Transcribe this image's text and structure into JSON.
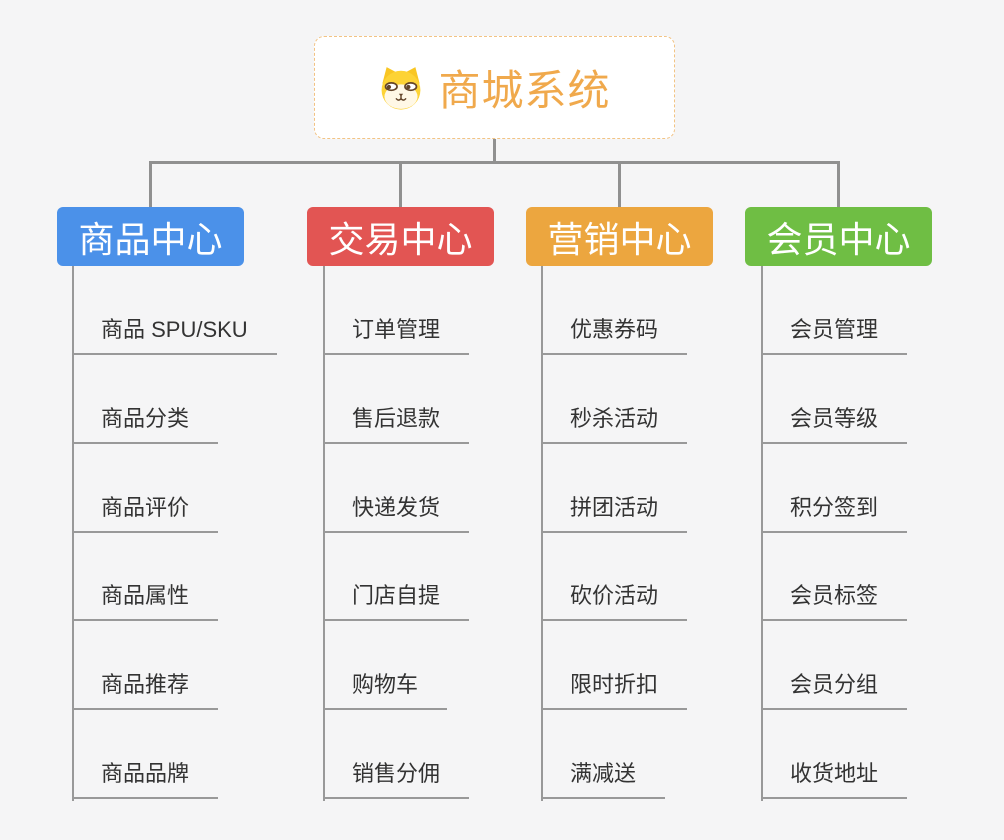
{
  "root": {
    "label": "商城系统",
    "icon": "dog-face-icon"
  },
  "branches": [
    {
      "label": "商品中心",
      "color": "#4B91E9",
      "children": [
        "商品 SPU/SKU",
        "商品分类",
        "商品评价",
        "商品属性",
        "商品推荐",
        "商品品牌"
      ]
    },
    {
      "label": "交易中心",
      "color": "#E25553",
      "children": [
        "订单管理",
        "售后退款",
        "快递发货",
        "门店自提",
        "购物车",
        "销售分佣"
      ]
    },
    {
      "label": "营销中心",
      "color": "#ECA63F",
      "children": [
        "优惠券码",
        "秒杀活动",
        "拼团活动",
        "砍价活动",
        "限时折扣",
        "满减送"
      ]
    },
    {
      "label": "会员中心",
      "color": "#6FBE44",
      "children": [
        "会员管理",
        "会员等级",
        "积分签到",
        "会员标签",
        "会员分组",
        "收货地址"
      ]
    }
  ],
  "colors": {
    "background": "#F5F5F6",
    "connector": "#909090",
    "underline": "#999999",
    "leaf-text": "#333333",
    "root-text": "#F0A94C",
    "root-border": "#F2C384",
    "node-text": "#FFFFFF"
  }
}
